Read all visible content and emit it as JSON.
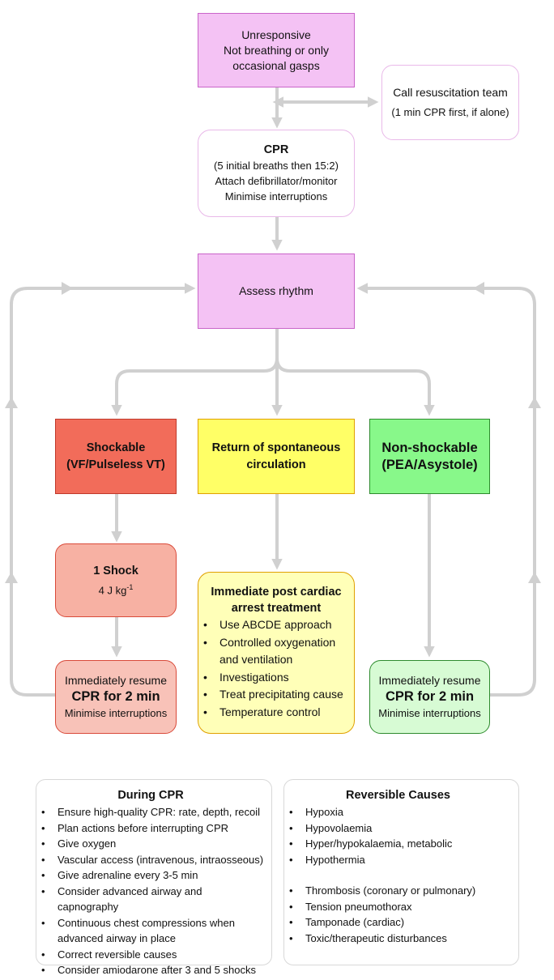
{
  "start": {
    "line1": "Unresponsive",
    "line2": "Not breathing or only",
    "line3": "occasional gasps"
  },
  "call_team": {
    "line1": "Call resuscitation team",
    "line2": "(1 min CPR first, if alone)"
  },
  "cpr": {
    "title": "CPR",
    "line1": "(5 initial breaths then 15:2)",
    "line2": "Attach defibrillator/monitor",
    "line3": "Minimise interruptions"
  },
  "assess": {
    "label": "Assess rhythm"
  },
  "shockable": {
    "line1": "Shockable",
    "line2": "(VF/Pulseless VT)"
  },
  "rosc": {
    "line1": "Return of spontaneous",
    "line2": "circulation"
  },
  "nonshockable": {
    "line1": "Non-shockable",
    "line2": "(PEA/Asystole)"
  },
  "shock": {
    "title": "1 Shock",
    "dose": "4 J kg",
    "dose_exp": "-1"
  },
  "post_arrest": {
    "title1": "Immediate post cardiac",
    "title2": "arrest treatment",
    "items": [
      "Use ABCDE approach",
      "Controlled oxygenation and ventilation",
      "Investigations",
      "Treat precipitating cause",
      "Temperature control"
    ]
  },
  "resume_left": {
    "line1": "Immediately resume",
    "line2": "CPR for 2 min",
    "line3": "Minimise interruptions"
  },
  "resume_right": {
    "line1": "Immediately resume",
    "line2": "CPR for 2 min",
    "line3": "Minimise interruptions"
  },
  "during_cpr": {
    "title": "During CPR",
    "items": [
      "Ensure high-quality CPR: rate, depth, recoil",
      "Plan actions before interrupting CPR",
      "Give oxygen",
      "Vascular access (intravenous, intraosseous)",
      "Give adrenaline every 3-5 min",
      "Consider advanced airway and capnography",
      "Continuous chest compressions when advanced airway in place",
      "Correct reversible causes",
      "Consider amiodarone after 3 and 5 shocks"
    ]
  },
  "reversible_causes": {
    "title": "Reversible Causes",
    "items_a": [
      "Hypoxia",
      "Hypovolaemia",
      "Hyper/hypokalaemia, metabolic",
      "Hypothermia"
    ],
    "items_b": [
      "Thrombosis (coronary or pulmonary)",
      "Tension pneumothorax",
      "Tamponade (cardiac)",
      "Toxic/therapeutic disturbances"
    ]
  },
  "colors": {
    "pink": "#f4c2f4",
    "shockable": "#f26c5a",
    "rosc": "#ffff66",
    "nonshockable": "#88f88a",
    "shock_box": "#f7b1a3",
    "resume_left": "#f8c2b8",
    "post_arrest": "#ffffb8",
    "resume_right": "#d7fbd4",
    "arrow": "#d0d0d0"
  }
}
